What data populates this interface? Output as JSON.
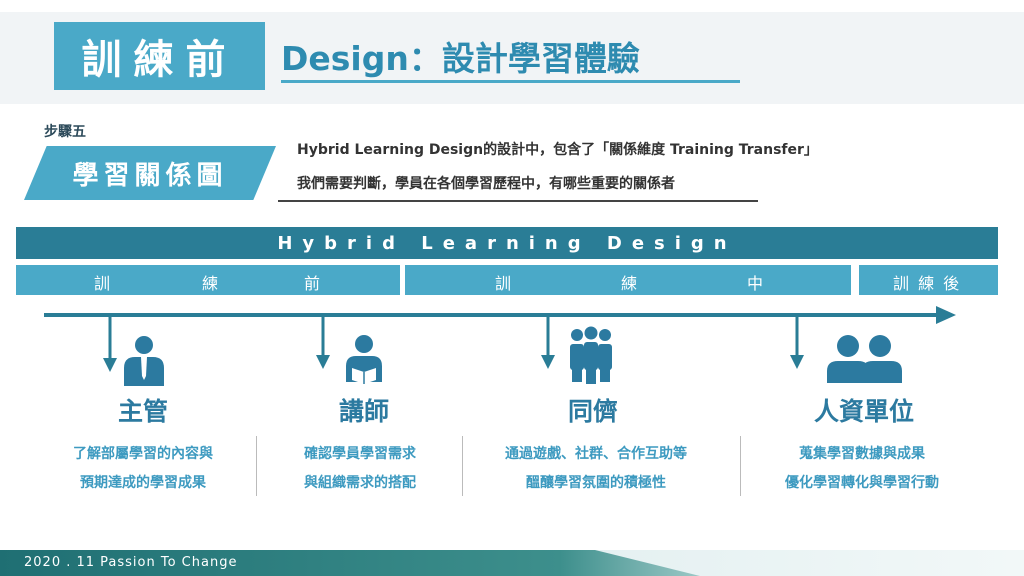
{
  "header": {
    "badge": "訓練前",
    "title": "Design：設計學習體驗"
  },
  "step": {
    "label": "步驟五",
    "name": "學習關係圖",
    "desc1": "Hybrid Learning Design的設計中，包含了「關係維度 Training Transfer」",
    "desc2": "我們需要判斷，學員在各個學習歷程中，有哪些重要的關係者"
  },
  "framework": {
    "title": "Hybrid Learning Design",
    "phases": {
      "before": [
        "訓",
        "練",
        "前"
      ],
      "during": [
        "訓",
        "練",
        "中"
      ],
      "after": "訓 練 後"
    }
  },
  "stakeholders": [
    {
      "icon": "manager-icon",
      "name": "主管",
      "line1": "了解部屬學習的內容與",
      "line2": "預期達成的學習成果"
    },
    {
      "icon": "instructor-icon",
      "name": "講師",
      "line1": "確認學員學習需求",
      "line2": "與組織需求的搭配"
    },
    {
      "icon": "peers-icon",
      "name": "同儕",
      "line1": "通過遊戲、社群、合作互助等",
      "line2": "醞釀學習氛圍的積極性"
    },
    {
      "icon": "hr-unit-icon",
      "name": "人資單位",
      "line1": "蒐集學習數據與成果",
      "line2": "優化學習轉化與學習行動"
    }
  ],
  "footer": {
    "text": "2020 . 11  Passion To Change"
  },
  "colors": {
    "accent": "#4aa9c8",
    "dark_accent": "#2a7d96",
    "role_text": "#2c7aa0",
    "desc_text": "#3d9ac0"
  }
}
